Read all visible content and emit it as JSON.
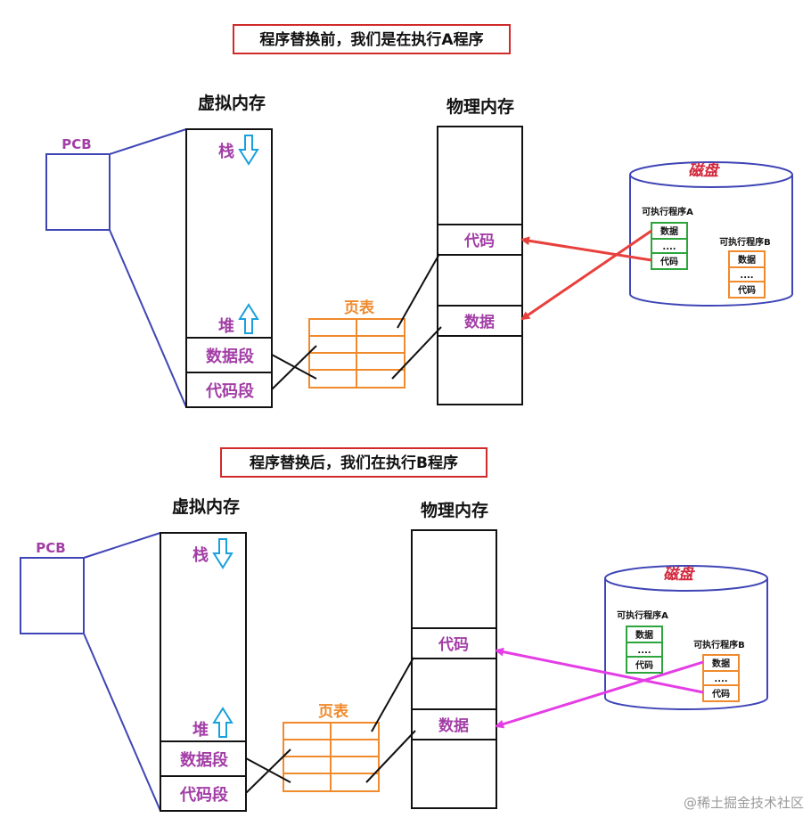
{
  "top": {
    "title": "程序替换前，我们是在执行A程序",
    "virtual_memory_label": "虚拟内存",
    "physical_memory_label": "物理内存",
    "pcb_label": "PCB",
    "stack_label": "栈",
    "heap_label": "堆",
    "data_segment_label": "数据段",
    "code_segment_label": "代码段",
    "page_table_label": "页表",
    "phys_code_label": "代码",
    "phys_data_label": "数据",
    "disk_label": "磁盘",
    "program_a_label": "可执行程序A",
    "program_b_label": "可执行程序B",
    "cell_data": "数据",
    "cell_dots": "....",
    "cell_code": "代码",
    "arrow_color": "#e8403c"
  },
  "bottom": {
    "title": "程序替换后，我们在执行B程序",
    "virtual_memory_label": "虚拟内存",
    "physical_memory_label": "物理内存",
    "pcb_label": "PCB",
    "stack_label": "栈",
    "heap_label": "堆",
    "data_segment_label": "数据段",
    "code_segment_label": "代码段",
    "page_table_label": "页表",
    "phys_code_label": "代码",
    "phys_data_label": "数据",
    "disk_label": "磁盘",
    "program_a_label": "可执行程序A",
    "program_b_label": "可执行程序B",
    "cell_data": "数据",
    "cell_dots": "....",
    "cell_code": "代码",
    "arrow_color": "#e53de5"
  },
  "watermark": "@稀土掘金技术社区",
  "colors": {
    "pcb_blue": "#3f45b5",
    "label_purple": "#a23ea6",
    "page_table_orange": "#f08a2c",
    "program_a_green": "#2ca53c",
    "program_b_orange": "#f08a2c",
    "arrow_icon_blue": "#1aa0dc",
    "title_border_red": "#d12a2a"
  }
}
